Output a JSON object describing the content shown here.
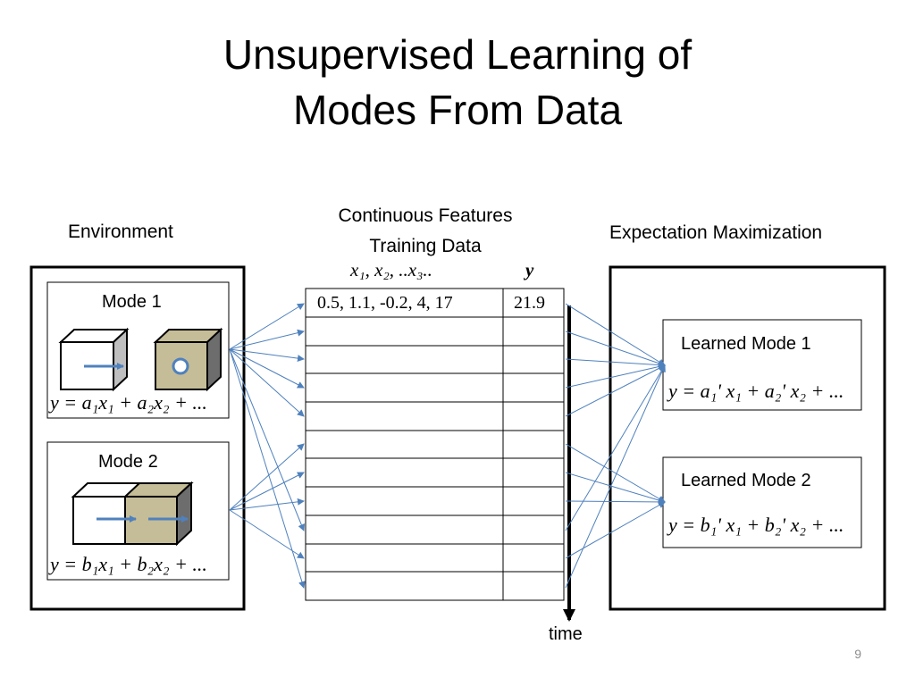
{
  "slide": {
    "title_line1": "Unsupervised Learning of",
    "title_line2": "Modes From Data",
    "page_number": "9"
  },
  "environment": {
    "label": "Environment",
    "modes": [
      {
        "label": "Mode 1",
        "equation": "y = a₁x₁ + a₂x₂ + ..."
      },
      {
        "label": "Mode 2",
        "equation": "y = b₁x₁ + b₂x₂ + ..."
      }
    ]
  },
  "training_data": {
    "title_line1": "Continuous Features",
    "title_line2": "Training Data",
    "feature_header": "x₁, x₂, ..x₃..",
    "target_header": "y",
    "first_row_features": "0.5, 1.1, -0.2, 4, 17",
    "first_row_target": "21.9",
    "time_label": "time"
  },
  "em": {
    "label": "Expectation Maximization",
    "learned_modes": [
      {
        "label": "Learned Mode 1",
        "equation": "y = a₁' x₁ + a₂' x₂ + ..."
      },
      {
        "label": "Learned Mode 2",
        "equation": "y = b₁' x₁ + b₂' x₂ + ..."
      }
    ]
  },
  "colors": {
    "arrow": "#4f81bd",
    "cube_tan": "#c5bd97",
    "cube_dark": "#6d6d6d",
    "border": "#000000"
  }
}
